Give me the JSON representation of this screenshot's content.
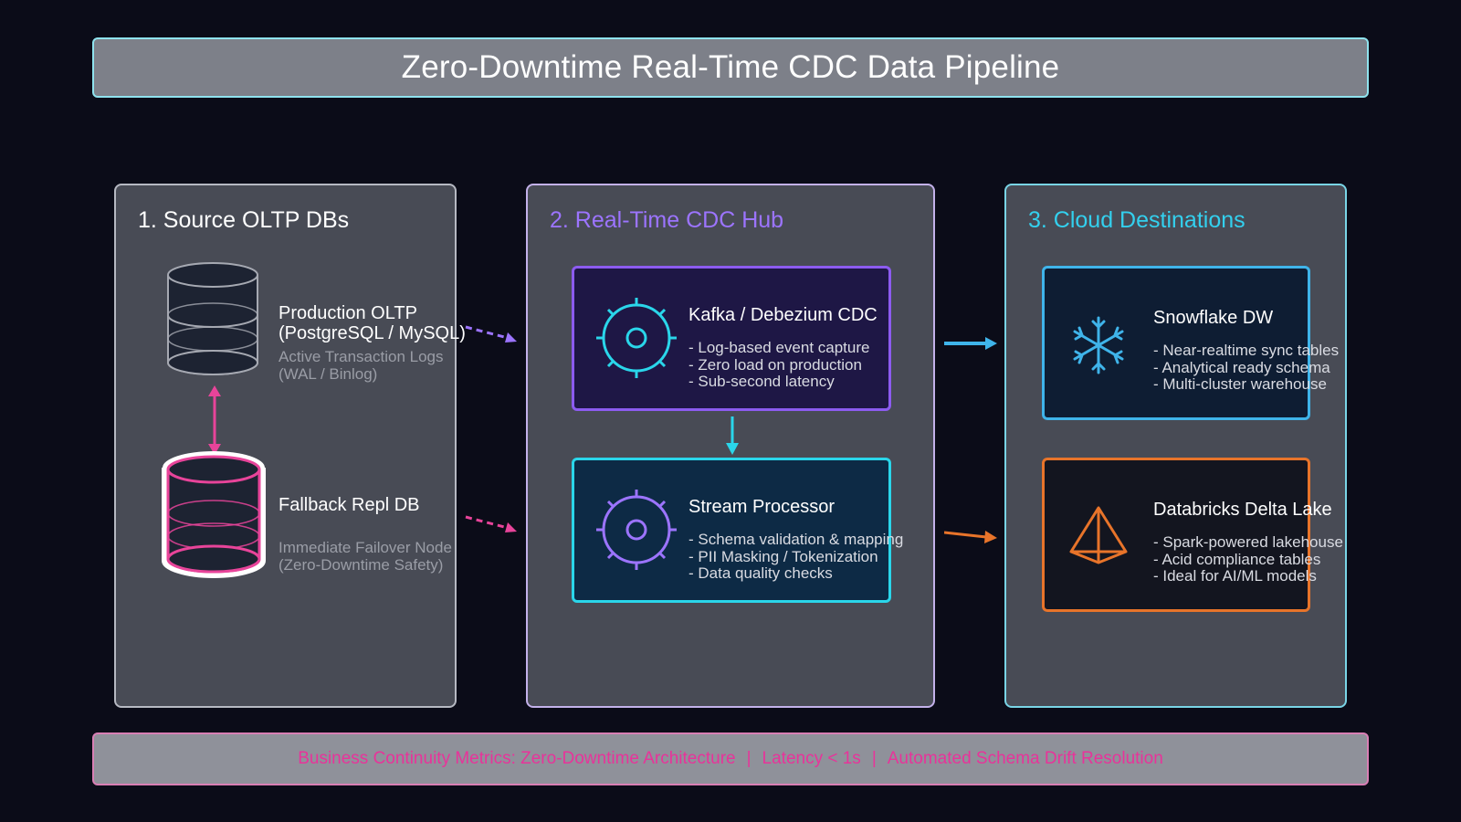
{
  "title": "Zero-Downtime Real-Time CDC Data Pipeline",
  "columns": {
    "source": {
      "title": "1. Source OLTP DBs"
    },
    "hub": {
      "title": "2. Real-Time CDC Hub"
    },
    "destinations": {
      "title": "3. Cloud Destinations"
    }
  },
  "databases": {
    "production": {
      "name_line1": "Production OLTP",
      "name_line2": "(PostgreSQL / MySQL)",
      "sub_line1": "Active Transaction Logs",
      "sub_line2": "(WAL / Binlog)"
    },
    "fallback": {
      "name": "Fallback Repl DB",
      "sub_line1": "Immediate Failover Node",
      "sub_line2": "(Zero-Downtime Safety)"
    }
  },
  "cards": {
    "kafka": {
      "title": "Kafka / Debezium CDC",
      "bullets": [
        "- Log-based event capture",
        "- Zero load on production",
        "- Sub-second latency"
      ]
    },
    "stream": {
      "title": "Stream Processor",
      "bullets": [
        "- Schema validation & mapping",
        "- PII Masking / Tokenization",
        "- Data quality checks"
      ]
    },
    "snowflake": {
      "title": "Snowflake DW",
      "bullets": [
        "- Near-realtime sync tables",
        "- Analytical ready schema",
        "- Multi-cluster warehouse"
      ]
    },
    "databricks": {
      "title": "Databricks Delta Lake",
      "bullets": [
        "- Spark-powered lakehouse",
        "- Acid compliance tables",
        "- Ideal for AI/ML models"
      ]
    }
  },
  "footer": {
    "part1": "Business Continuity Metrics: Zero-Downtime Architecture",
    "separator": "|",
    "part2": "Latency < 1s",
    "part3": "Automated Schema Drift Resolution"
  },
  "icons": {
    "kafka": "gear-icon",
    "stream": "gear-icon",
    "snowflake": "snowflake-icon",
    "databricks": "delta-pyramid-icon",
    "production_db": "database-cylinder-icon",
    "fallback_db": "database-cylinder-icon"
  },
  "colors": {
    "background": "#0b0c18",
    "hub_accent": "#9c74ff",
    "destinations_accent": "#33d0ee",
    "kafka_border": "#8c5bf0",
    "stream_border": "#2ad6ea",
    "snowflake_border": "#3fb4ea",
    "databricks_border": "#e8742a",
    "fallback_accent": "#e8449a",
    "footer_text": "#e8339a"
  }
}
